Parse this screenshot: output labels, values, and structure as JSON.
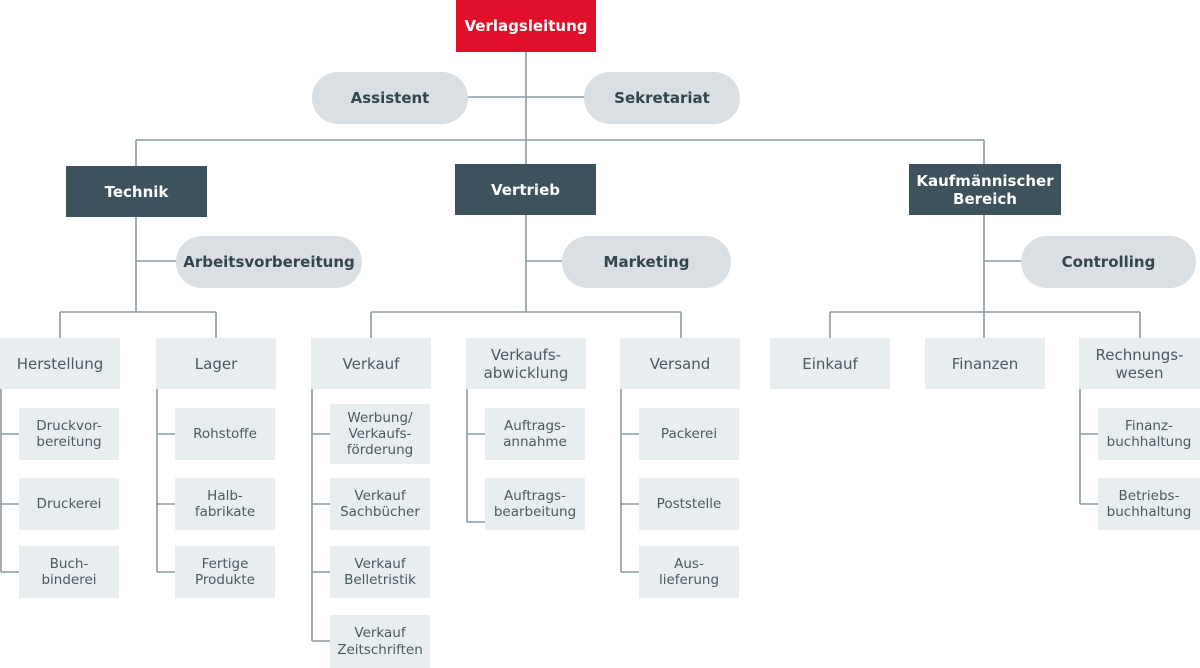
{
  "top": "Verlagsleitung",
  "staff": {
    "assistent": "Assistent",
    "sekretariat": "Sekretariat"
  },
  "technik": {
    "label": "Technik",
    "staff": "Arbeitsvorbereitung",
    "herstellung": {
      "label": "Herstellung",
      "items": [
        "Druckvor-\nbereitung",
        "Druckerei",
        "Buch-\nbinderei"
      ]
    },
    "lager": {
      "label": "Lager",
      "items": [
        "Rohstoffe",
        "Halb-\nfabrikate",
        "Fertige\nProdukte"
      ]
    }
  },
  "vertrieb": {
    "label": "Vertrieb",
    "staff": "Marketing",
    "verkauf": {
      "label": "Verkauf",
      "items": [
        "Werbung/\nVerkaufs-\nförderung",
        "Verkauf\nSachbücher",
        "Verkauf\nBelletristik",
        "Verkauf\nZeitschriften"
      ]
    },
    "abwicklung": {
      "label": "Verkaufs-\nabwicklung",
      "items": [
        "Auftrags-\nannahme",
        "Auftrags-\nbearbeitung"
      ]
    },
    "versand": {
      "label": "Versand",
      "items": [
        "Packerei",
        "Poststelle",
        "Aus-\nlieferung"
      ]
    }
  },
  "kaufm": {
    "label": "Kaufmännischer\nBereich",
    "staff": "Controlling",
    "einkauf": {
      "label": "Einkauf"
    },
    "finanzen": {
      "label": "Finanzen"
    },
    "rechnungswesen": {
      "label": "Rechnungs-\nwesen",
      "items": [
        "Finanz-\nbuchhaltung",
        "Betriebs-\nbuchhaltung"
      ]
    }
  }
}
